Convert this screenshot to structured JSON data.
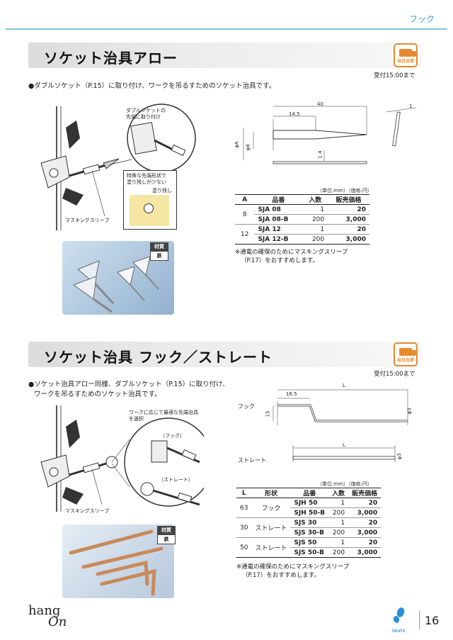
{
  "header": {
    "category": "フック"
  },
  "sections": [
    {
      "title": "ソケット治具アロー",
      "badge": "当日出荷",
      "cutoff": "受付15:00まで",
      "description": "●ダブルソケット（P.15）に取り付け、ワークを吊るすためのソケット治具です。",
      "callouts": {
        "top": [
          "ダブルソケットの",
          "先端に取り付け"
        ],
        "mid": [
          "特殊な先端形状で",
          "塗り残しが少ない"
        ],
        "paint": "塗り残し",
        "sleeve": "マスキングスリーブ"
      },
      "drawing": {
        "d40": "40",
        "d14_5": "14.5",
        "d1": "1",
        "d1_4": "1.4",
        "phiA": "φA",
        "phi4": "φ4"
      },
      "unit": "（単位:mm）（価格:円）",
      "table": {
        "headers": [
          "A",
          "品番",
          "入数",
          "販売価格"
        ],
        "groups": [
          {
            "a": "8",
            "rows": [
              {
                "part": "SJA 08",
                "qty": "1",
                "price": "20"
              },
              {
                "part": "SJA 08-B",
                "qty": "200",
                "price": "3,000"
              }
            ]
          },
          {
            "a": "12",
            "rows": [
              {
                "part": "SJA 12",
                "qty": "1",
                "price": "20"
              },
              {
                "part": "SJA 12-B",
                "qty": "200",
                "price": "3,000"
              }
            ]
          }
        ]
      },
      "note": [
        "※通電の確保のためにマスキングスリーブ",
        "（P.17）をおすすめします。"
      ],
      "material": {
        "label": "材質",
        "value": "鉄"
      }
    },
    {
      "title": "ソケット治具 フック／ストレート",
      "badge": "当日出荷",
      "cutoff": "受付15:00まで",
      "description": [
        "●ソケット治具アロー同様、ダブルソケット（P.15）に取り付け、",
        "ワークを吊るすためのソケット治具です。"
      ],
      "callouts": {
        "top": [
          "ワークに応じて最適な先端治具",
          "を選択"
        ],
        "hook": "（フック）",
        "straight": "（ストレート）",
        "sleeve": "マスキングスリーブ"
      },
      "drawing": {
        "hook_label": "フック",
        "straight_label": "ストレート",
        "L": "L",
        "d16_5": "16.5",
        "d15": "15",
        "phi3": "φ3"
      },
      "unit": "（単位:mm）（価格:円）",
      "table": {
        "headers": [
          "L",
          "形状",
          "品番",
          "入数",
          "販売価格"
        ],
        "groups": [
          {
            "l": "63",
            "shape": "フック",
            "rows": [
              {
                "part": "SJH 50",
                "qty": "1",
                "price": "20"
              },
              {
                "part": "SJH 50-B",
                "qty": "200",
                "price": "3,000"
              }
            ]
          },
          {
            "l": "30",
            "shape": "ストレート",
            "rows": [
              {
                "part": "SJS 30",
                "qty": "1",
                "price": "20"
              },
              {
                "part": "SJS 30-B",
                "qty": "200",
                "price": "3,000"
              }
            ]
          },
          {
            "l": "50",
            "shape": "ストレート",
            "rows": [
              {
                "part": "SJS 50",
                "qty": "1",
                "price": "20"
              },
              {
                "part": "SJS 50-B",
                "qty": "200",
                "price": "3,000"
              }
            ]
          }
        ]
      },
      "note": [
        "※通電の確保のためにマスキングスリーブ",
        "（P.17）をおすすめします。"
      ],
      "material": {
        "label": "材質",
        "value": "鉄"
      }
    }
  ],
  "footer": {
    "brand": [
      "hang",
      "On"
    ],
    "maker": "iwata",
    "page_number": "16"
  }
}
